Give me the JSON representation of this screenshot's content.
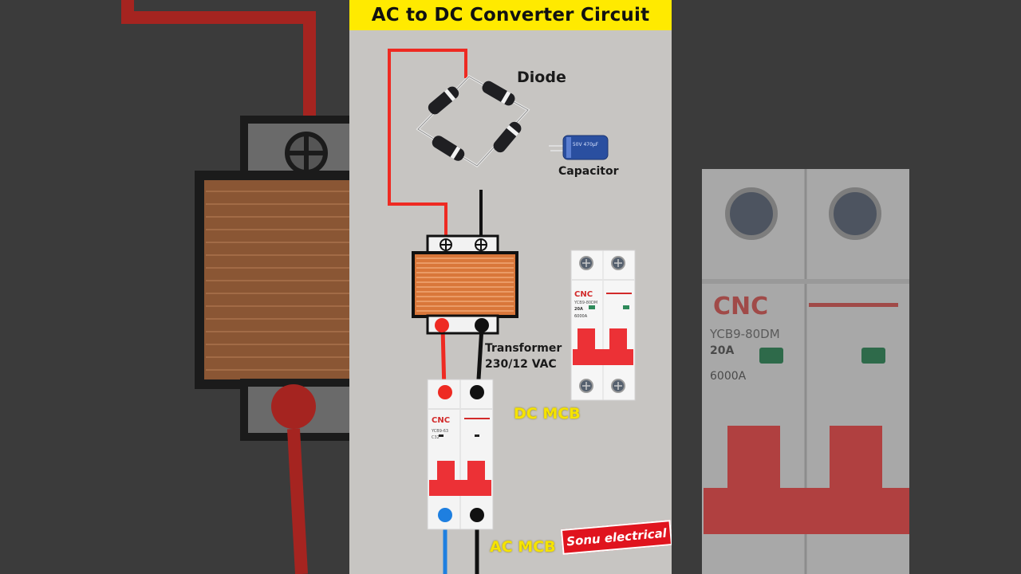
{
  "header": {
    "title": "AC to DC Converter Circuit"
  },
  "labels": {
    "diode": "Diode",
    "capacitor": "Capacitor",
    "transformer_line1": "Transformer",
    "transformer_line2": "230/12 VAC",
    "dc_mcb": "DC MCB",
    "ac_mcb": "AC MCB"
  },
  "watermark": "Sonu electrical",
  "mcb": {
    "brand": "CNC",
    "dc_model": "YCB9-80DM",
    "dc_rating": "20A",
    "dc_breaking": "6000A",
    "ac_model": "YCB9-63",
    "ac_rating": "C32"
  },
  "capacitor_marking": "50V 470µF",
  "colors": {
    "title_bg": "#ffea00",
    "wire_red": "#ee2a22",
    "wire_black": "#111111",
    "wire_blue": "#1e7fe0",
    "label_yellow": "#f5e300",
    "watermark_bg": "#e0141e",
    "breaker_handle": "#ec3136",
    "coil": "#d9773a"
  }
}
